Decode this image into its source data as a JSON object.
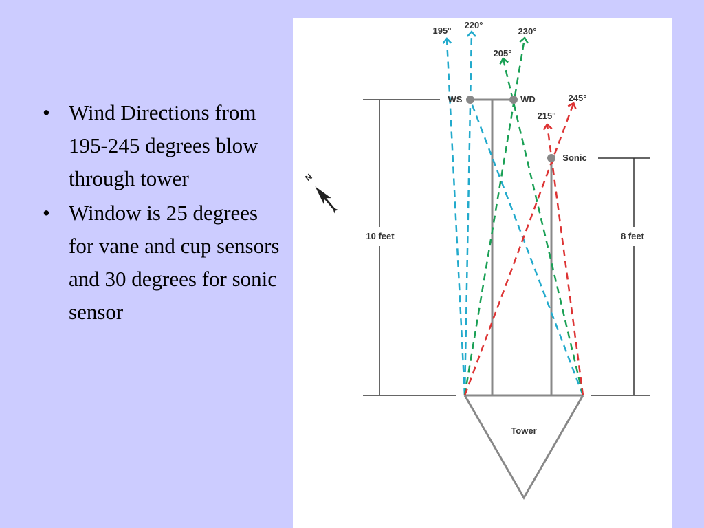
{
  "bullets": [
    "Wind Directions from 195-245 degrees blow through tower",
    "Window is 25 degrees for vane and cup sensors and 30 degrees for sonic sensor"
  ],
  "diagram": {
    "sensors": {
      "ws": "WS",
      "wd": "WD",
      "sonic": "Sonic"
    },
    "heights": {
      "left": "10 feet",
      "right": "8 feet"
    },
    "tower_label": "Tower",
    "north": "N",
    "angles": {
      "a195": "195°",
      "a220": "220°",
      "a205": "205°",
      "a230": "230°",
      "a215": "215°",
      "a245": "245°"
    },
    "colors": {
      "cup": "#22aacc",
      "vane": "#1aa055",
      "sonic": "#dd3333",
      "structure": "#888888",
      "dim": "#333333"
    }
  }
}
